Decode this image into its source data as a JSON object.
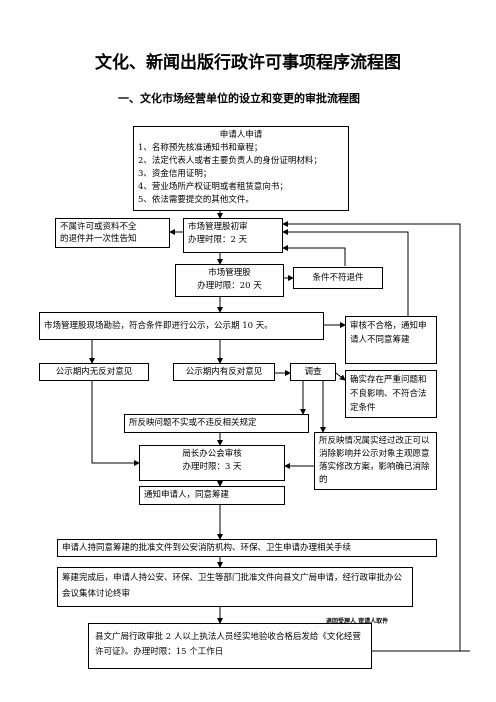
{
  "header": {
    "title": "文化、新闻出版行政许可事项程序流程图",
    "subtitle": "一、文化市场经营单位的设立和变更的审批流程图"
  },
  "flow": {
    "application": {
      "lines": [
        "申请人申请",
        "1、名称预先核准通知书和章程；",
        "2、法定代表人或者主要负责人的身份证明材料；",
        "3、资金信用证明；",
        "4、营业场所产权证明或者租赁意向书；",
        "5、依法需要提交的其他文件。"
      ]
    },
    "incomplete": {
      "lines": [
        "不属许可或资料不全",
        "的退件并一次性告知"
      ]
    },
    "first_review": {
      "lines": [
        "市场管理股初审",
        "办理时限：2 天"
      ]
    },
    "market_section": {
      "lines": [
        "市场管理股",
        "办理时限：20 天"
      ]
    },
    "reject_return": {
      "text": "条件不符退件"
    },
    "site_inspection": {
      "text": "市场管理股现场勘验，符合条件即进行公示，公示期 10 天。"
    },
    "review_failed": {
      "text": "审核不合格，通知申请人不同意筹建"
    },
    "no_objection": {
      "text": "公示期内无反对意见"
    },
    "has_objection": {
      "text": "公示期内有反对意见"
    },
    "investigate": {
      "text": "调查"
    },
    "serious_problem": {
      "text": "确实存在严重问题和不良影响、不符合法定条件"
    },
    "false_report": {
      "text": "所反映问题不实或不违反相关规定"
    },
    "bureau_review": {
      "lines": [
        "局长办公会审核",
        "办理时限：3 天"
      ]
    },
    "correctable": {
      "text": "所反映情况属实经过改正可以消除影响并公示对象主观愿意落实修改方案，影响确已消除的"
    },
    "notify_approve": {
      "text": "通知申请人，同意筹建"
    },
    "apply_depts": {
      "text": "申请人持同意筹建的批准文件到公安消防机构、环保、卫生申请办理相关手续"
    },
    "final_review": {
      "text": "筹建完成后，申请人持公安、环保、卫生等部门批准文件向县文广局申请，经行政审批办公会议集体讨论终审"
    },
    "return_note": {
      "text": "退回受理人 审请人取件"
    },
    "license": {
      "text": "县文广局行政审批 2 人以上执法人员经实地验收合格后发给《文化经营许可证》。办理时限：15 个工作日"
    }
  }
}
